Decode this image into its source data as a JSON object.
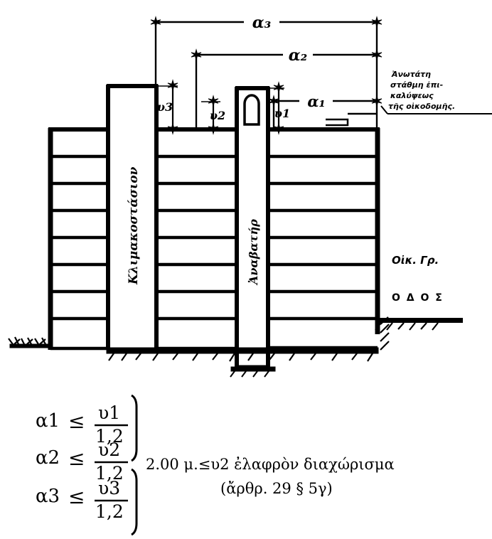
{
  "figure": {
    "title": "Διατομή οἰκοδομῆς — ἀνώτατη στάθμη ἐπικαλύψεως",
    "domain": "architectural-section-diagram",
    "ink_color": "#000000",
    "background_color": "#ffffff"
  },
  "dimensions": {
    "a3": "α₃",
    "a2": "α₂",
    "a1": "α₁",
    "v3": "υ3",
    "v2": "υ2",
    "v1": "υ1"
  },
  "annotations": {
    "top_right_note_lines": [
      "Ἀνωτάτη",
      "στάθμη ἐπι-",
      "καλύψεως",
      "τῆς οἰκοδομῆς."
    ],
    "stairwell_label": "Κλιμακοστάσιον",
    "elevator_label": "Ἀναβατήρ",
    "building_line_label": "Οἰκ. Γρ.",
    "street_label": "Ο Δ Ο Σ"
  },
  "formulas": {
    "rows": [
      {
        "left": "α1",
        "op": "≤",
        "numerator": "υ1",
        "denominator": "1,2"
      },
      {
        "left": "α2",
        "op": "≤",
        "numerator": "υ2",
        "denominator": "1,2"
      },
      {
        "left": "α3",
        "op": "≤",
        "numerator": "υ3",
        "denominator": "1,2"
      }
    ],
    "note_line_1": "2.00 μ.≤υ2 ἐλαφρὸν διαχώρισμα",
    "note_line_2": "(ἄρθρ. 29 § 5γ)"
  },
  "building": {
    "floor_count": 8,
    "sections": [
      "left-wing",
      "stairwell",
      "middle-wing",
      "elevator-shaft",
      "right-wing"
    ]
  }
}
